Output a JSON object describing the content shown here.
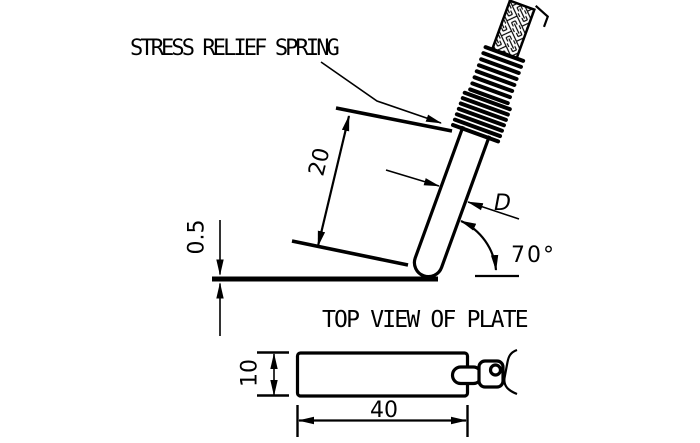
{
  "labels": {
    "spring_callout": "STRESS RELIEF SPRING",
    "plate_view": "TOP VIEW OF PLATE"
  },
  "dimensions": {
    "probe_free_length": "20",
    "plate_thickness": "0.5",
    "probe_diameter": "D",
    "mount_angle": "70°",
    "plate_width": "10",
    "plate_length": "40"
  },
  "colors": {
    "ink": "#000000",
    "paper": "#ffffff"
  }
}
